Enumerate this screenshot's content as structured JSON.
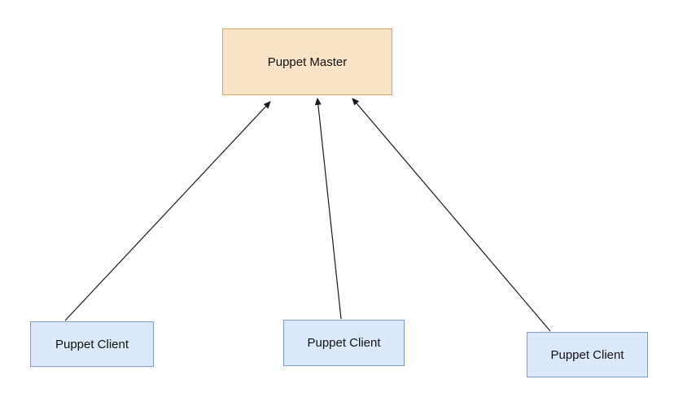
{
  "diagram": {
    "master": {
      "label": "Puppet Master"
    },
    "clients": [
      {
        "label": "Puppet Client"
      },
      {
        "label": "Puppet Client"
      },
      {
        "label": "Puppet Client"
      }
    ],
    "edges": [
      {
        "from": "clients.0",
        "to": "master"
      },
      {
        "from": "clients.1",
        "to": "master"
      },
      {
        "from": "clients.2",
        "to": "master"
      }
    ],
    "colors": {
      "master_fill": "#fbe3c8",
      "master_border": "#d7a35c",
      "client_fill": "#dce8fb",
      "client_border": "#7d9cc9",
      "edge": "#1a1a1a"
    }
  }
}
